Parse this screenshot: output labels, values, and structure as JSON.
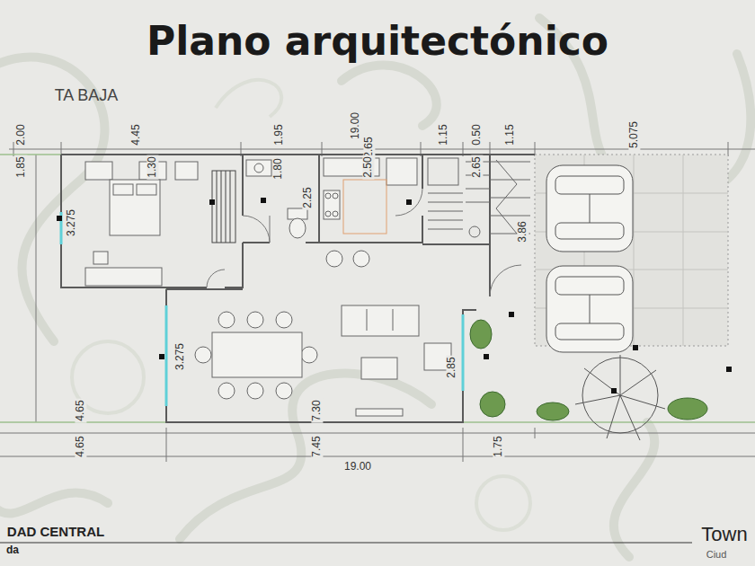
{
  "diagram": {
    "title": "Plano arquitectónico",
    "labels": [
      "TA BAJA",
      "2.00",
      "4.45",
      "1.95",
      "19.00",
      "2.65",
      "1.15",
      "0.50",
      "1.15",
      "5.075",
      "1.85",
      "1.30",
      "1.80",
      "2.25",
      "2.50",
      "2.65",
      "3.275",
      "3.86",
      "3.275",
      "2.85",
      "4.65",
      "7.30",
      "4.65",
      "7.45",
      "1.75",
      "19.00",
      "DAD CENTRAL",
      "da",
      "Town",
      "Ciud"
    ]
  }
}
